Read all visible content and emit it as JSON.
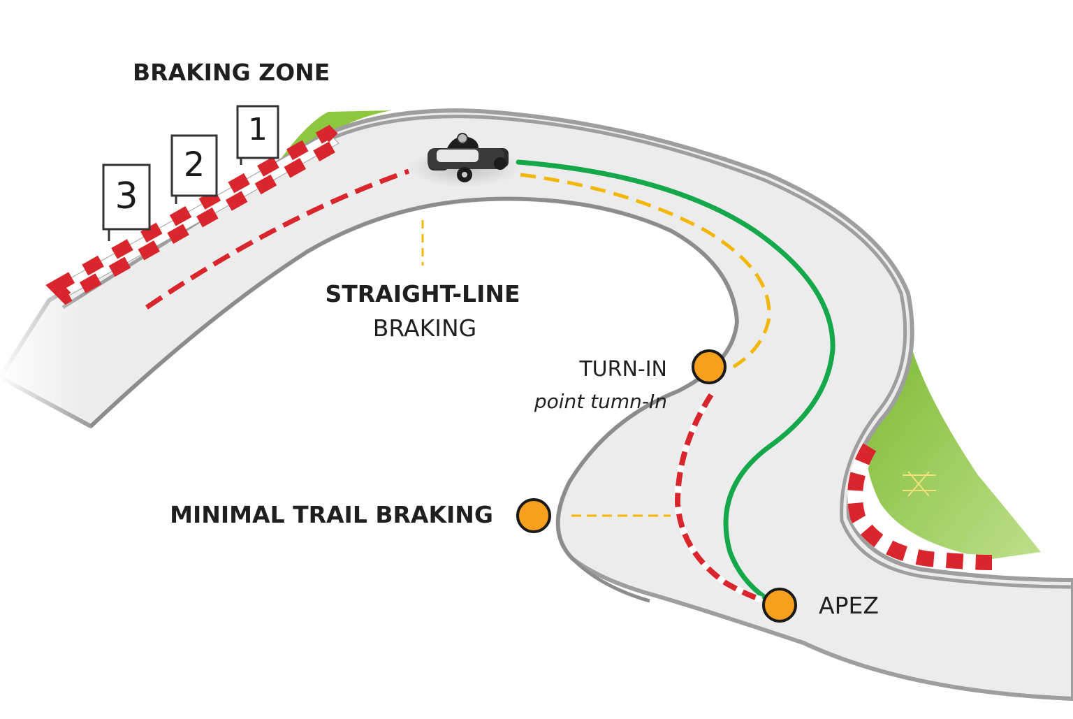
{
  "diagram": {
    "labels": {
      "braking_zone": "BRAKING ZONE",
      "straight_line_1": "STRAIGHT-LINE",
      "straight_line_2": "BRAKING",
      "turn_in": "TURN-IN",
      "turn_in_sub": "point tumn-In",
      "minimal_trail": "MINIMAL TRAIL BRAKING",
      "apex": "APEZ"
    },
    "boards": [
      "3",
      "2",
      "1"
    ],
    "colors": {
      "track": "#ececec",
      "track_edge": "#9e9e9e",
      "kerb_red": "#d9262c",
      "kerb_white": "#ffffff",
      "grass": "#8dc63f",
      "racing_line": "#14a84a",
      "braking_line": "#d9262c",
      "guide_line": "#f2b705",
      "marker": "#f7a01d",
      "marker_ring": "#1a1a1a"
    },
    "icons": {
      "kart": "go-kart-icon",
      "marker": "point-marker-icon"
    }
  }
}
